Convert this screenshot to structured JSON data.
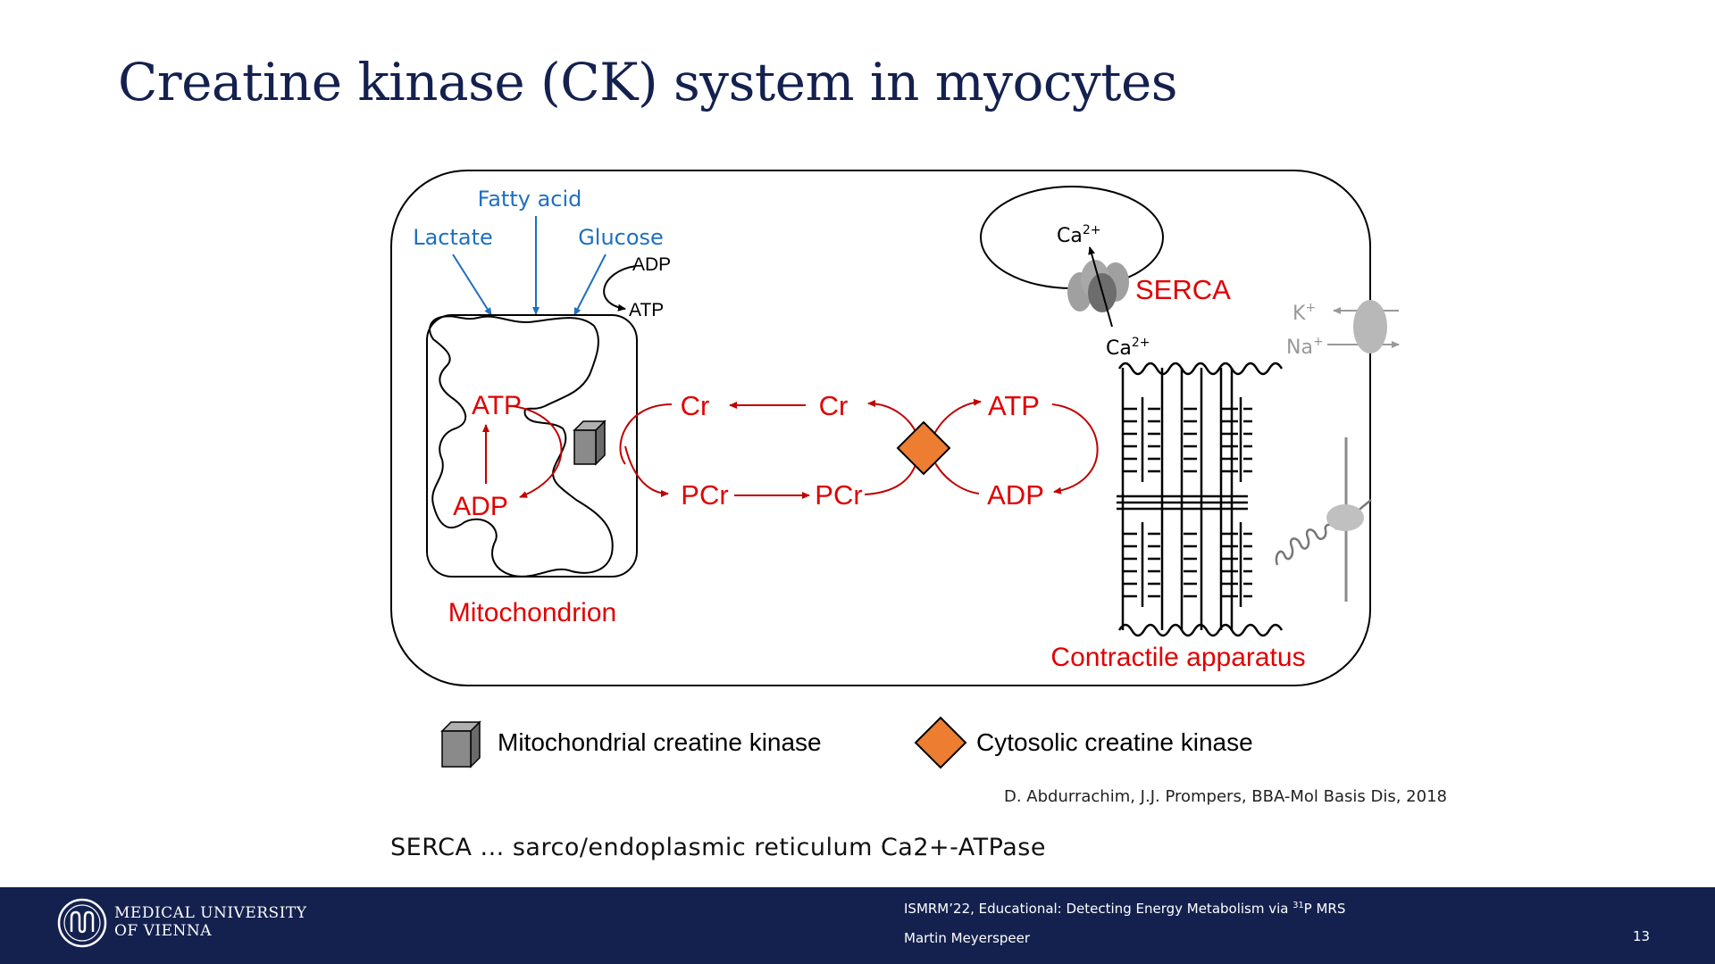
{
  "slide": {
    "title": "Creatine kinase (CK) system in myocytes",
    "citation": "D. Abdurrachim, J.J. Prompers, BBA-Mol Basis Dis, 2018",
    "serca_note": "SERCA ... sarco/endoplasmic  reticulum Ca2+-ATPase",
    "page_number": "13"
  },
  "diagram": {
    "substrates": {
      "fatty_acid": "Fatty acid",
      "lactate": "Lactate",
      "glucose": "Glucose"
    },
    "glycolysis": {
      "adp": "ADP",
      "atp": "ATP"
    },
    "mitochondrion": {
      "label": "Mitochondrion",
      "atp": "ATP",
      "adp": "ADP"
    },
    "shuttle": {
      "cr_left": "Cr",
      "cr_right": "Cr",
      "pcr_left": "PCr",
      "pcr_right": "PCr",
      "atp": "ATP",
      "adp": "ADP"
    },
    "serca": {
      "label": "SERCA",
      "ca_top": "Ca",
      "ca_bottom": "Ca",
      "charge": "2+"
    },
    "ions": {
      "k": "K",
      "na": "Na",
      "charge": "+"
    },
    "contractile_label": "Contractile apparatus"
  },
  "legend": {
    "mito_ck": "Mitochondrial creatine kinase",
    "cyto_ck": "Cytosolic creatine kinase"
  },
  "footer": {
    "university_line1": "MEDICAL UNIVERSITY",
    "university_line2": "OF VIENNA",
    "event_prefix": "ISMRM’22, Educational: Detecting Energy Metabolism  via ",
    "event_superscript": "31",
    "event_suffix": "P MRS",
    "author": "Martin  Meyerspeer"
  },
  "colors": {
    "title": "#14214f",
    "footer_bg": "#14214f",
    "red_label": "#e00000",
    "arrow_red": "#c00000",
    "blue_label": "#1f6fc0",
    "gray": "#999999",
    "ck_mito": "#8a8a8a",
    "ck_cyto": "#ed7d31"
  },
  "icons": [
    "cube-icon",
    "diamond-icon",
    "university-logo-icon"
  ]
}
